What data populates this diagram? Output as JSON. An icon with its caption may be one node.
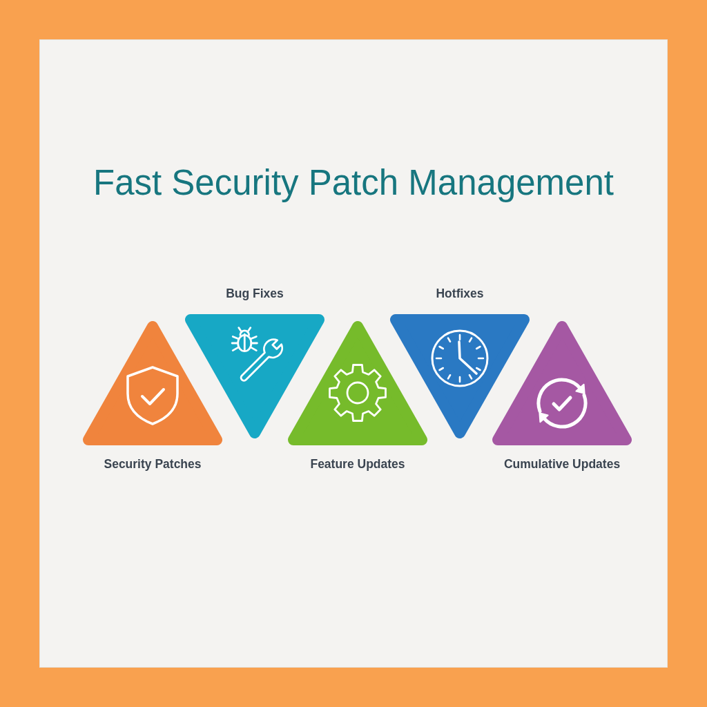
{
  "diagram": {
    "title": "Fast Security Patch Management",
    "nodes": [
      {
        "text": [
          "Security Patches"
        ]
      },
      {
        "text": [
          "Bug Fixes"
        ]
      },
      {
        "text": [
          "Feature Updates"
        ]
      },
      {
        "text": [
          "Hotfixes"
        ]
      },
      {
        "text": [
          "Cumulative Updates"
        ]
      }
    ]
  }
}
